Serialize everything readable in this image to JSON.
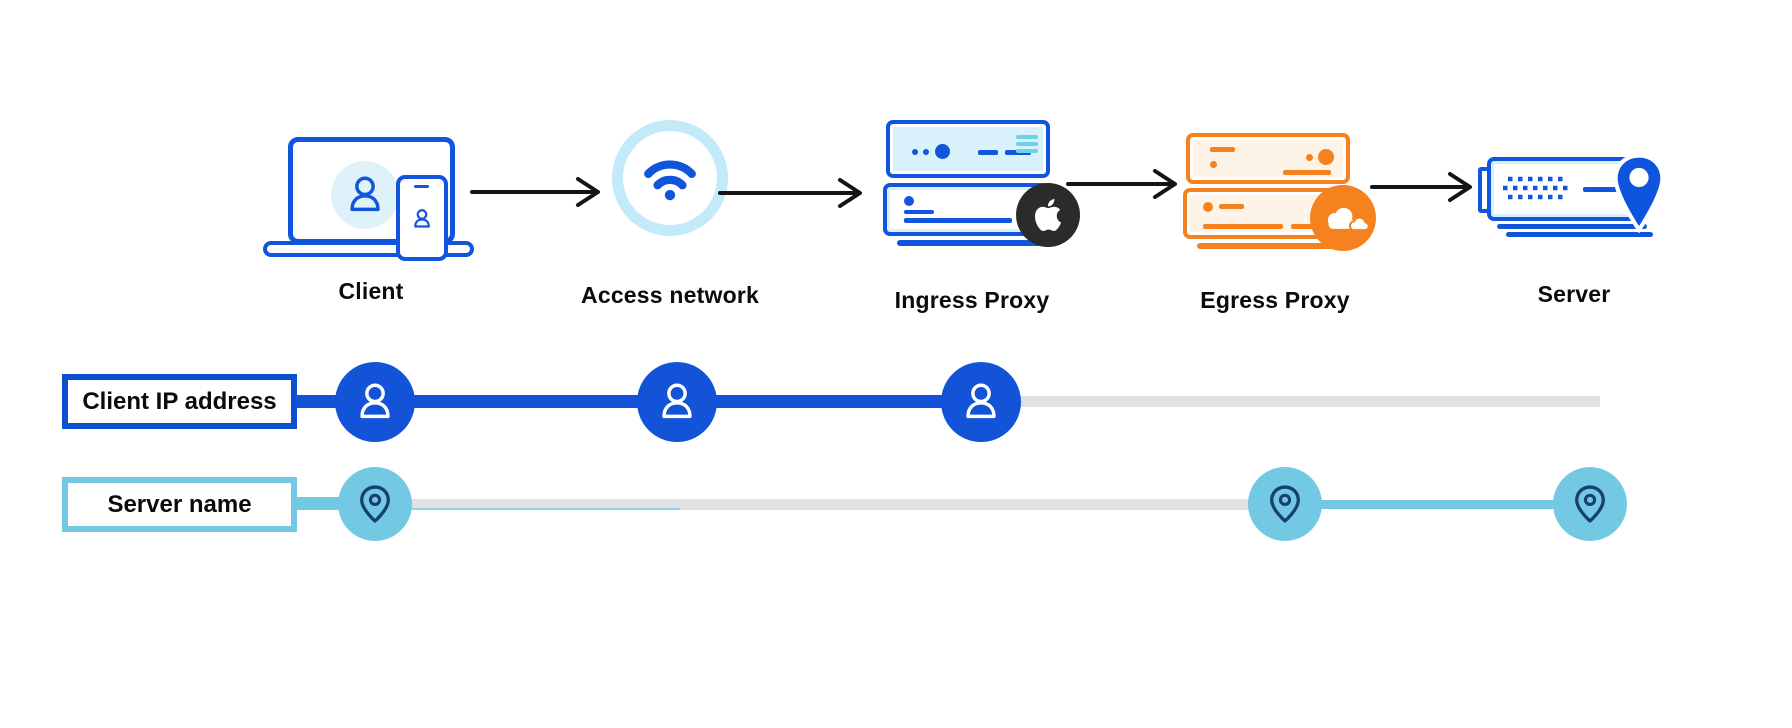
{
  "palette": {
    "primary_blue": "#1155dc",
    "sky_blue": "#73c8e4",
    "sky_light": "#c3eaf8",
    "navy_pin": "#16406f",
    "cloudflare_orange": "#f6821f",
    "apple_black": "#2b2b2b",
    "inactive_track_gray": "#e1e1e1",
    "arrow_black": "#141414"
  },
  "flow": {
    "nodes": [
      {
        "label": "Client",
        "icon": "laptop-and-phone-with-user"
      },
      {
        "label": "Access network",
        "icon": "wifi"
      },
      {
        "label": "Ingress Proxy",
        "icon": "server-stack-blue",
        "badge": "apple-logo"
      },
      {
        "label": "Egress Proxy",
        "icon": "server-stack-orange",
        "badge": "cloudflare-logo"
      },
      {
        "label": "Server",
        "icon": "server-with-location-pin"
      }
    ]
  },
  "timelines": {
    "client_ip": {
      "label": "Client IP address",
      "marker_icon": "person",
      "visible_at": [
        "Client",
        "Access network",
        "Ingress Proxy"
      ]
    },
    "server_name": {
      "label": "Server name",
      "marker_icon": "location-pin",
      "visible_at": [
        "Client",
        "Egress Proxy",
        "Server"
      ]
    }
  }
}
